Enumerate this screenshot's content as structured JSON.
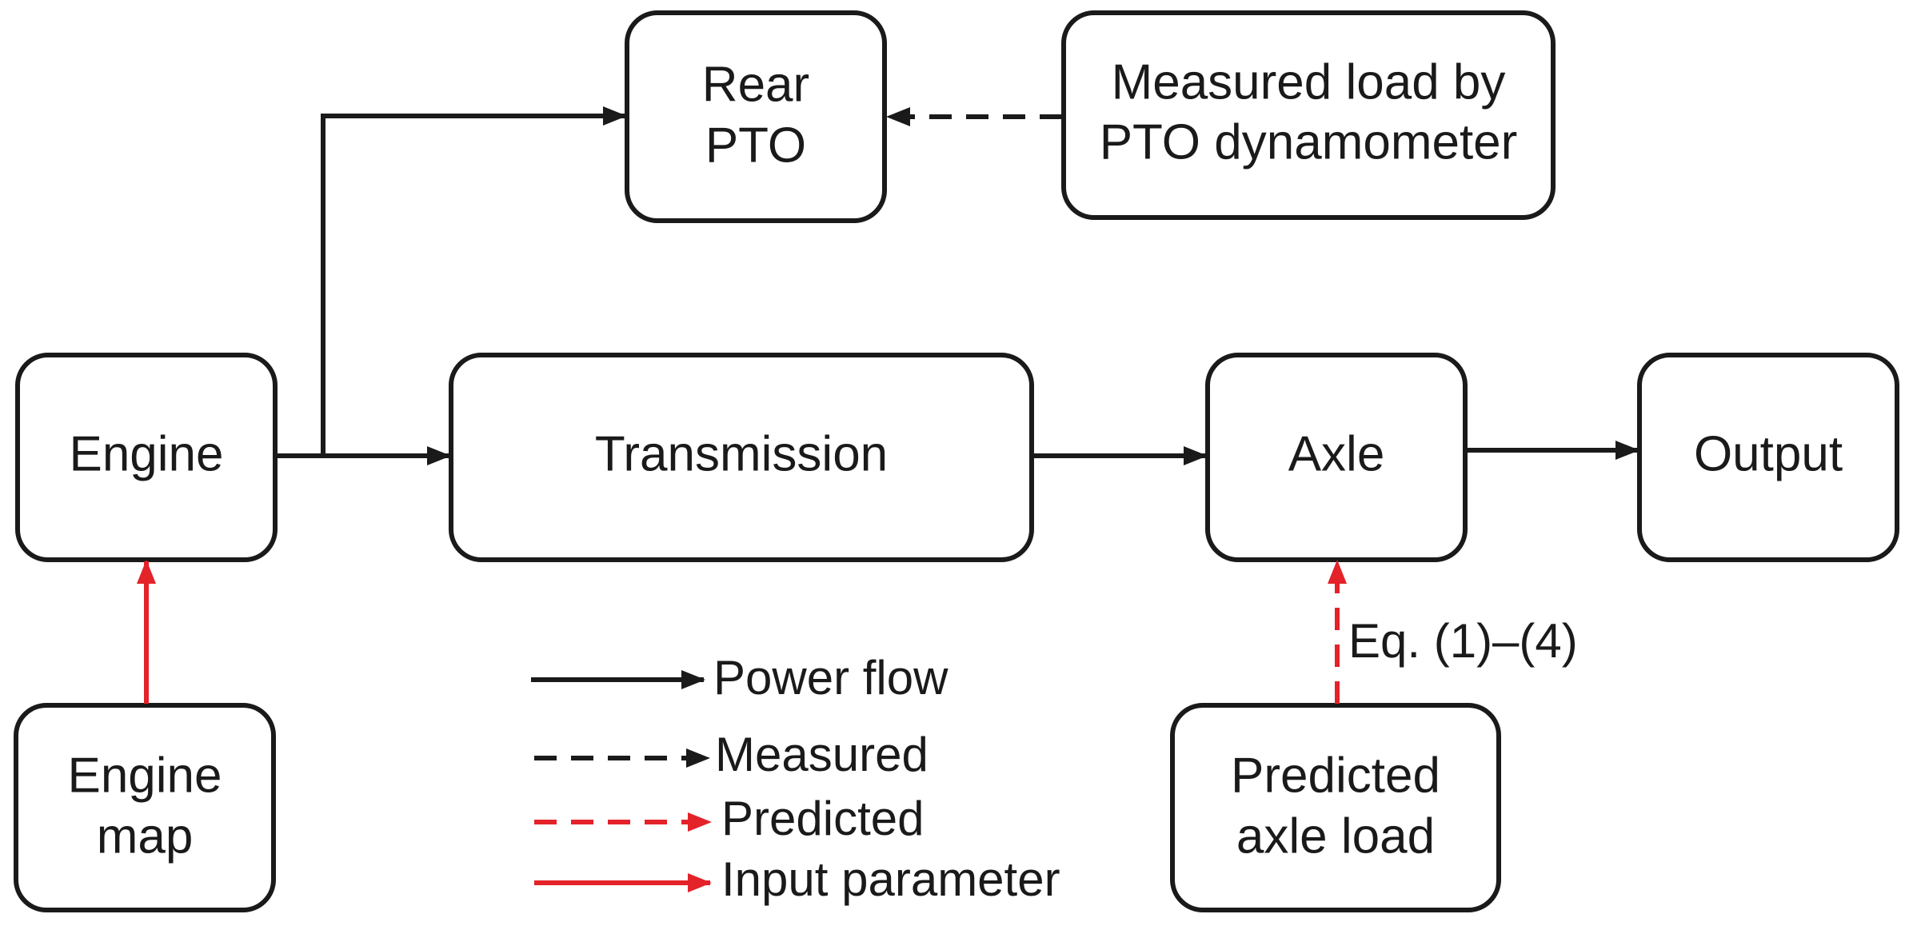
{
  "boxes": {
    "rear_pto": [
      "Rear",
      "PTO"
    ],
    "measured_load": [
      "Measured load by",
      "PTO dynamometer"
    ],
    "engine": "Engine",
    "transmission": "Transmission",
    "axle": "Axle",
    "output": "Output",
    "engine_map": [
      "Engine",
      "map"
    ],
    "predicted_axle_load": [
      "Predicted",
      "axle load"
    ]
  },
  "annotations": {
    "equation": "Eq. (1)–(4)"
  },
  "legend": {
    "power_flow": "Power flow",
    "measured": "Measured",
    "predicted": "Predicted",
    "input_parameter": "Input parameter"
  },
  "colors": {
    "line": "#1a1a1a",
    "accent_red": "#e4222a"
  }
}
